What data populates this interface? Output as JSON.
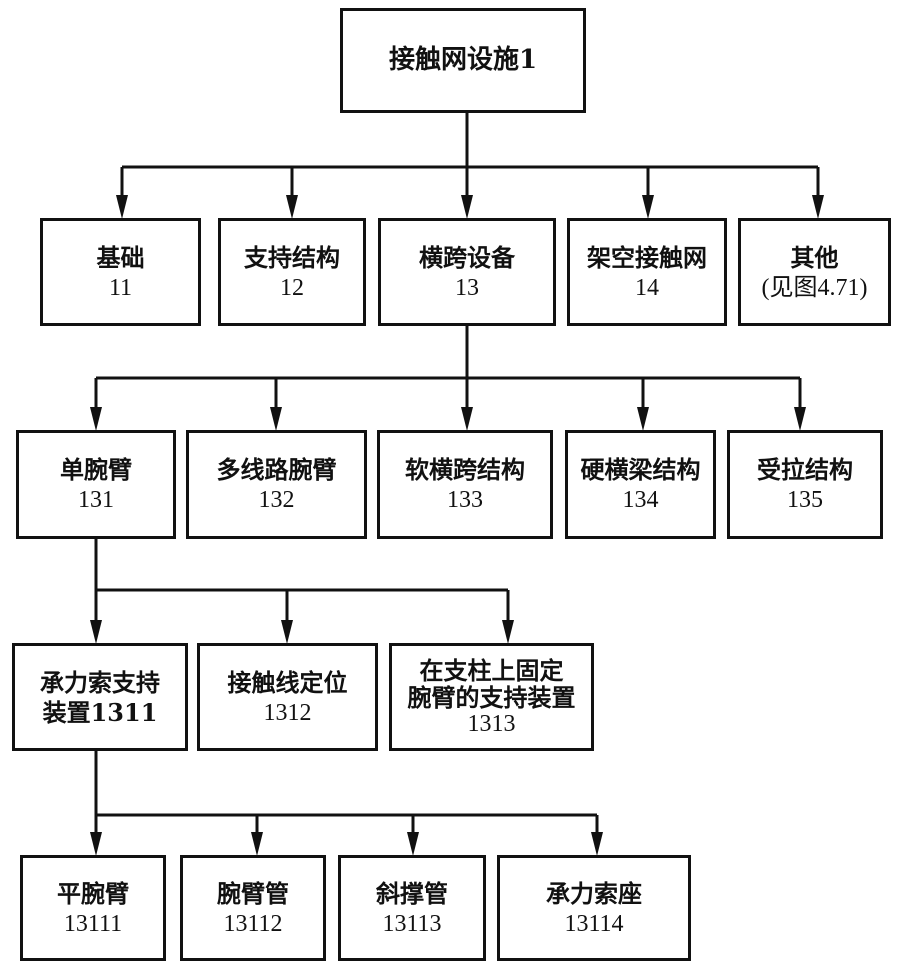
{
  "diagram": {
    "type": "hierarchy-tree",
    "line_color": "#111111",
    "root": {
      "id": "root",
      "label": "接触网设施1",
      "code": ""
    },
    "levels": [
      {
        "parent": "root",
        "nodes": [
          {
            "id": "n11",
            "label": "基础",
            "code": "11"
          },
          {
            "id": "n12",
            "label": "支持结构",
            "code": "12"
          },
          {
            "id": "n13",
            "label": "横跨设备",
            "code": "13"
          },
          {
            "id": "n14",
            "label": "架空接触网",
            "code": "14"
          },
          {
            "id": "n15",
            "label": "其他",
            "code": "(见图4.71)"
          }
        ]
      },
      {
        "parent": "n13",
        "nodes": [
          {
            "id": "n131",
            "label": "单腕臂",
            "code": "131"
          },
          {
            "id": "n132",
            "label": "多线路腕臂",
            "code": "132"
          },
          {
            "id": "n133",
            "label": "软横跨结构",
            "code": "133"
          },
          {
            "id": "n134",
            "label": "硬横梁结构",
            "code": "134"
          },
          {
            "id": "n135",
            "label": "受拉结构",
            "code": "135"
          }
        ]
      },
      {
        "parent": "n131",
        "nodes": [
          {
            "id": "n1311",
            "label": "承力索支持",
            "code": "装置1311"
          },
          {
            "id": "n1312",
            "label": "接触线定位",
            "code": "1312"
          },
          {
            "id": "n1313",
            "label": "在支柱上固定\n腕臂的支持装置",
            "code": "1313"
          }
        ]
      },
      {
        "parent": "n1311",
        "nodes": [
          {
            "id": "n13111",
            "label": "平腕臂",
            "code": "13111"
          },
          {
            "id": "n13112",
            "label": "腕臂管",
            "code": "13112"
          },
          {
            "id": "n13113",
            "label": "斜撑管",
            "code": "13113"
          },
          {
            "id": "n13114",
            "label": "承力索座",
            "code": "13114"
          }
        ]
      }
    ]
  }
}
